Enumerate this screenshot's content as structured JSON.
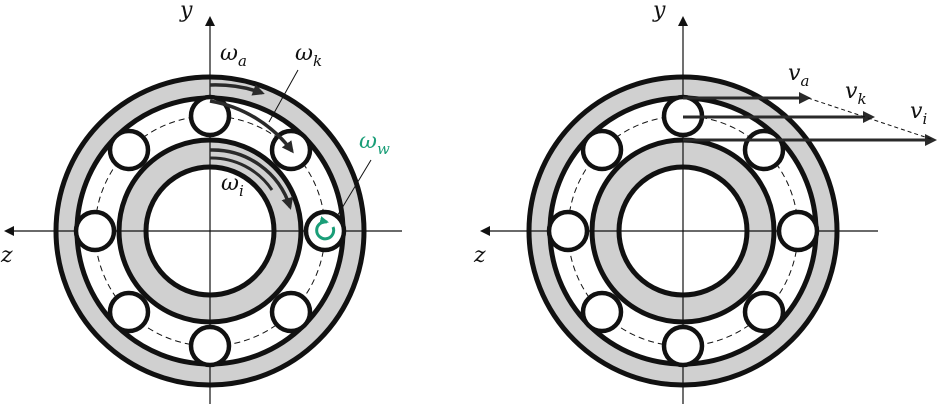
{
  "colors": {
    "ring_fill": "#d0d0d0",
    "stroke": "#111111",
    "ball_fill": "#ffffff",
    "accent": "#1a9e78"
  },
  "left_diagram": {
    "axis_y": "y",
    "axis_z": "z",
    "omega_a": {
      "base": "ω",
      "sub": "a"
    },
    "omega_k": {
      "base": "ω",
      "sub": "k"
    },
    "omega_i": {
      "base": "ω",
      "sub": "i"
    },
    "omega_w": {
      "base": "ω",
      "sub": "w"
    }
  },
  "right_diagram": {
    "axis_y": "y",
    "axis_z": "z",
    "v_a": {
      "base": "v",
      "sub": "a"
    },
    "v_k": {
      "base": "v",
      "sub": "k"
    },
    "v_i": {
      "base": "v",
      "sub": "i"
    }
  }
}
